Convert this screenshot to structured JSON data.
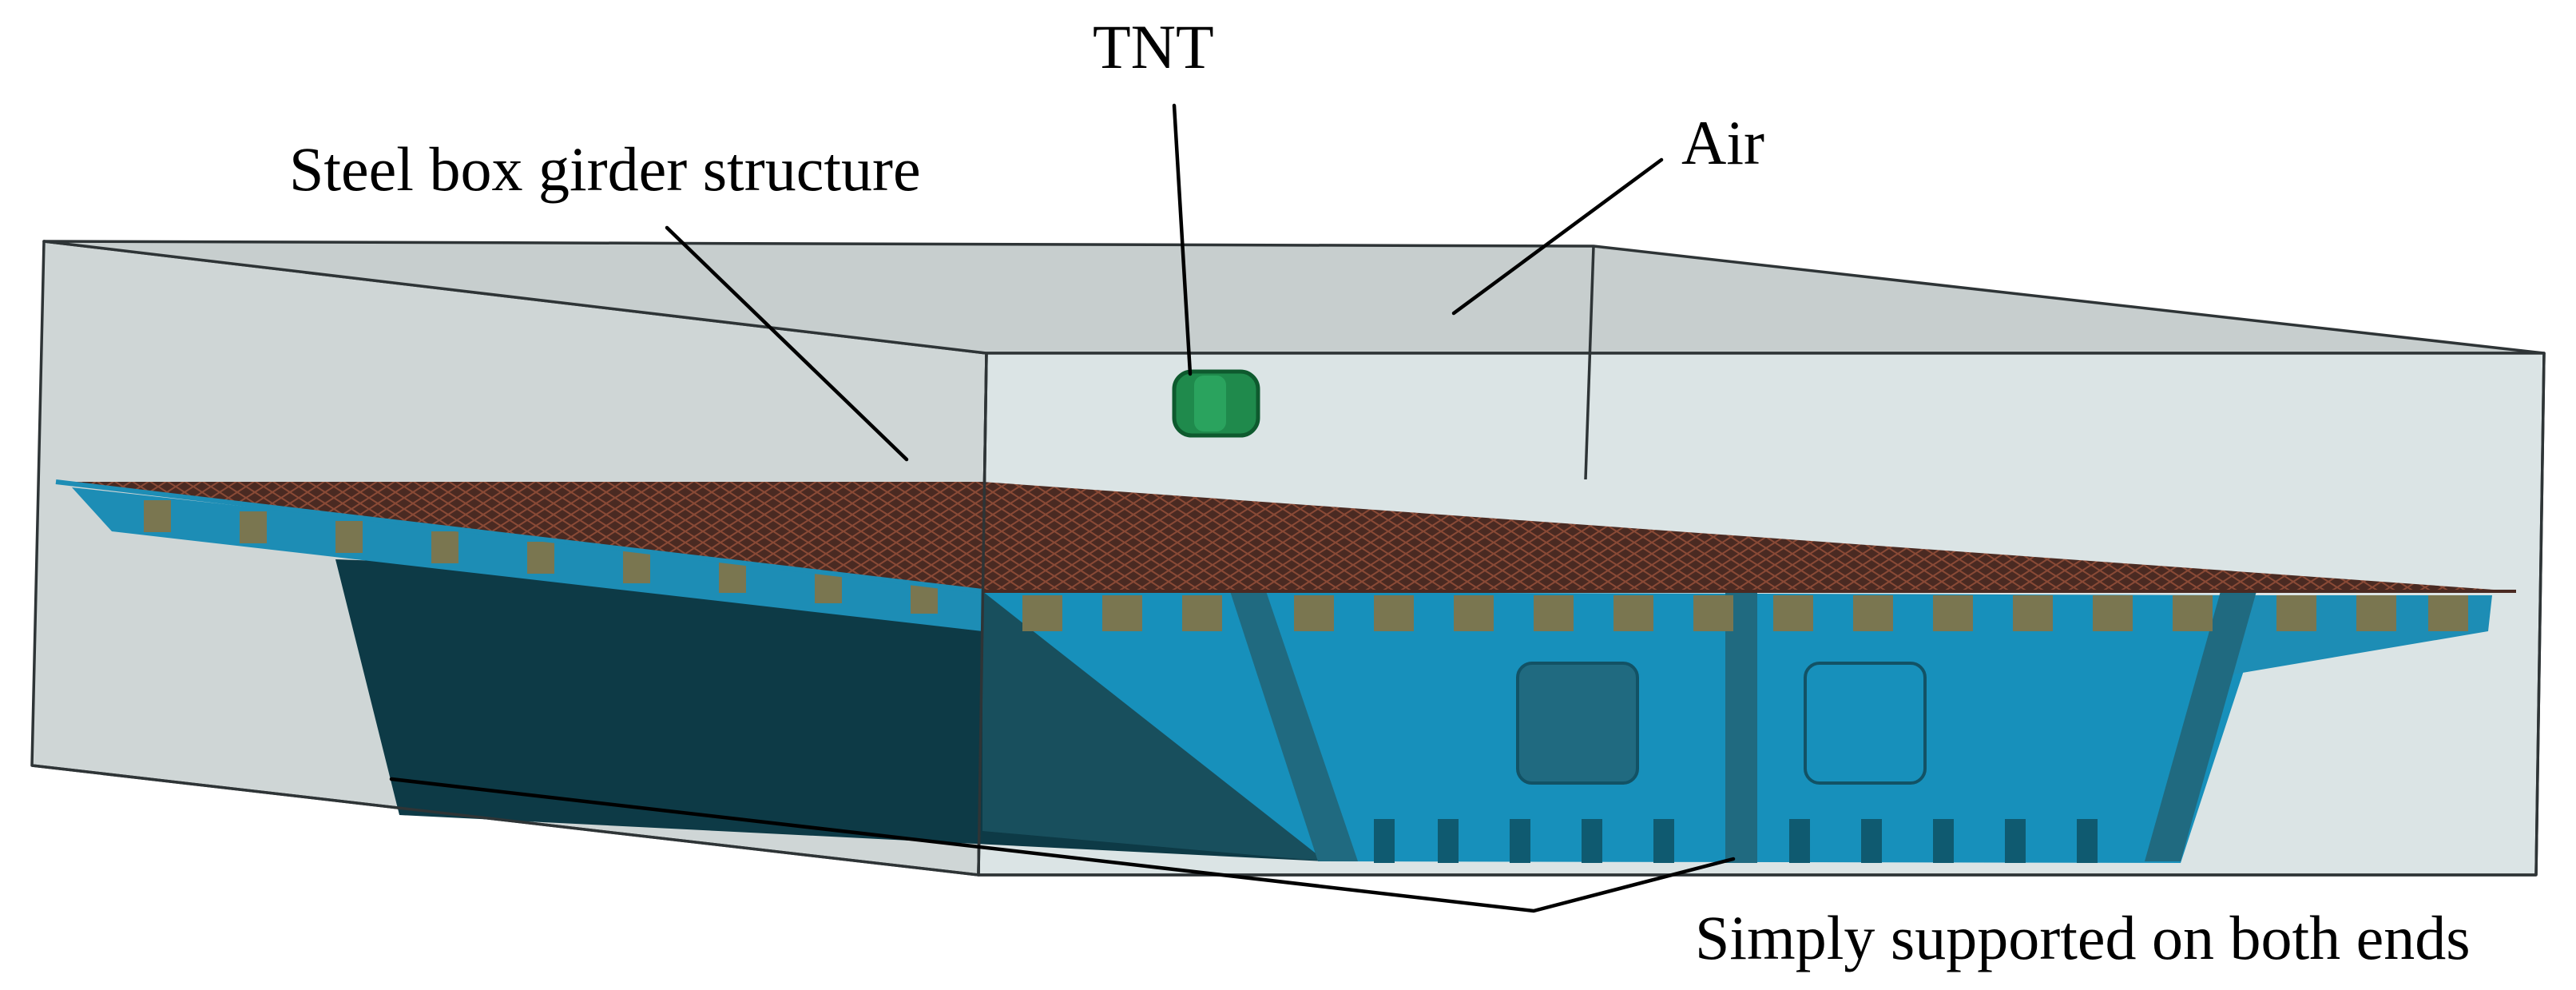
{
  "labels": {
    "tnt": "TNT",
    "air": "Air",
    "steel_box_girder": "Steel box girder structure",
    "supports": "Simply supported on both ends"
  },
  "colors": {
    "air_domain": "#c9d0d0",
    "air_domain_light": "#dbe5e6",
    "girder_web": "#1d8db5",
    "girder_dark_web": "#0d3a46",
    "deck_mesh": "#5a2e22",
    "rib": "#7a7650",
    "tnt_charge": "#1f8a4c"
  }
}
